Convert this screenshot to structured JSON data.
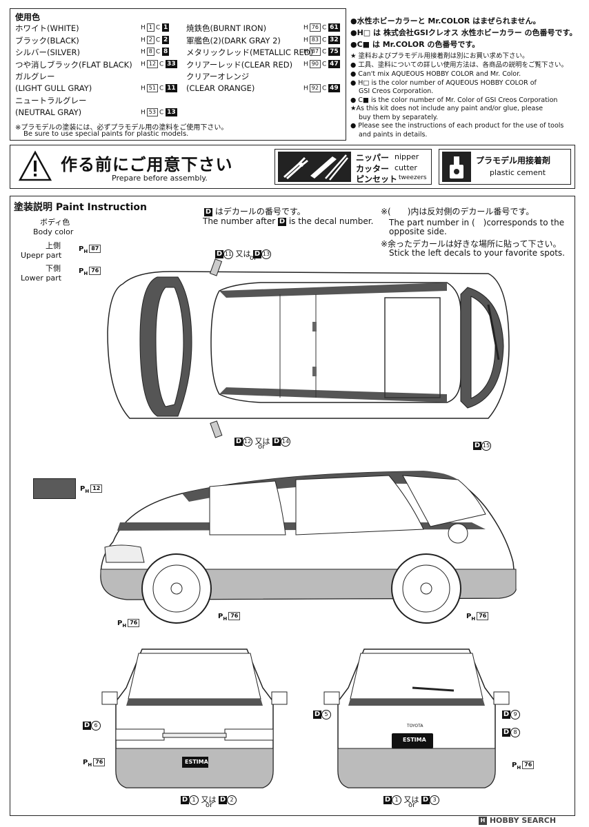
{
  "colors_title": "使用色",
  "colors_left": [
    {
      "label": "ホワイト(WHITE)",
      "h": "1",
      "c": "1"
    },
    {
      "label": "ブラック(BLACK)",
      "h": "2",
      "c": "2"
    },
    {
      "label": "シルバー(SILVER)",
      "h": "8",
      "c": "8"
    },
    {
      "label": "つや消しブラック(FLAT BLACK)",
      "h": "12",
      "c": "33"
    },
    {
      "label": "ガルグレー",
      "h": "",
      "c": ""
    },
    {
      "label": "(LIGHT GULL GRAY)",
      "h": "51",
      "c": "11"
    },
    {
      "label": "ニュートラルグレー",
      "h": "",
      "c": ""
    },
    {
      "label": "(NEUTRAL GRAY)",
      "h": "53",
      "c": "13"
    }
  ],
  "colors_right": [
    {
      "label": "焼鉄色(BURNT IRON)",
      "h": "76",
      "c": "61"
    },
    {
      "label": "軍艦色(2)(DARK GRAY 2)",
      "h": "83",
      "c": "32"
    },
    {
      "label": "メタリックレッド(METALLIC RED)",
      "h": "87",
      "c": "75"
    },
    {
      "label": "クリアーレッド(CLEAR RED)",
      "h": "90",
      "c": "47"
    },
    {
      "label": "クリアーオレンジ",
      "h": "",
      "c": ""
    },
    {
      "label": "(CLEAR ORANGE)",
      "h": "92",
      "c": "49"
    }
  ],
  "paint_note_jp": "※プラモデルの塗装には、必ずプラモデル用の塗料をご使用下さい。",
  "paint_note_en": "Be sure to use special paints for plastic models.",
  "right_notes": [
    "●水性ホビーカラーと Mr.COLOR はまぜられません。",
    "●H□ は 株式会社GSIクレオス 水性ホビーカラー の色番号です。",
    "●C■ は Mr.COLOR の色番号です。",
    "★ 塗料およびプラモデル用接着剤は別にお買い求め下さい。",
    "● 工具、塗料についての詳しい使用方法は、各商品の説明をご覧下さい。",
    "● Can't mix AQUEOUS HOBBY COLOR and Mr. Color.",
    "● H□ is the color number of AQUEOUS HOBBY COLOR of",
    "GSI Creos Corporation.",
    "● C■ is the color number of Mr. Color of GSI Creos Corporation",
    "★As this kit does not include any paint and/or glue, please",
    "buy them by separately.",
    "● Please see the instructions of each product for the use of tools",
    "and paints in details."
  ],
  "prepare": {
    "title": "作る前にご用意下さい",
    "subtitle": "Prepare before assembly."
  },
  "tools": [
    {
      "jp": "ニッパー",
      "en": "nipper"
    },
    {
      "jp": "カッター",
      "en": "cutter"
    },
    {
      "jp": "ピンセット",
      "en": "tweezers"
    }
  ],
  "cement": {
    "jp": "プラモデル用接着剤",
    "en": "plastic cement"
  },
  "paint_instruction": {
    "title": "塗装説明 Paint Instruction",
    "body_jp": "ボディ色",
    "body_en": "Body color",
    "upper_jp": "上側",
    "upper_en": "Upepr part",
    "upper_code": "87",
    "lower_jp": "下側",
    "lower_en": "Lower part",
    "lower_code": "76"
  },
  "decal_notes": {
    "l1": "はデカールの番号です。",
    "l2a": "The number after",
    "l2b": "is the decal number.",
    "r1": "※(　　)内は反対側のデカール番号です。",
    "r2": "The part number in (　)corresponds to the",
    "r3": "opposite side.",
    "r4": "※余ったデカールは好きな場所に貼って下さい。",
    "r5": "Stick the left decals to your favorite spots."
  },
  "decal_labels": {
    "top1a": "11",
    "top1b": "13",
    "top2a": "12",
    "top2b": "14",
    "top3": "15",
    "front_6": "6",
    "front_bot_a": "1",
    "front_bot_b": "2",
    "rear_5": "5",
    "rear_9": "9",
    "rear_8": "8",
    "rear_bot_a": "1",
    "rear_bot_b": "3",
    "or_jp": "又は",
    "or_en": "or"
  },
  "swatch_code": "12",
  "side_codes": {
    "a": "76",
    "b": "76",
    "c": "76"
  },
  "front_code": "76",
  "rear_code": "76",
  "plates": {
    "front": "ESTIMA",
    "rear": "ESTIMA",
    "rear_brand": "TOYOTA"
  },
  "watermark": "HOBBY SEARCH"
}
